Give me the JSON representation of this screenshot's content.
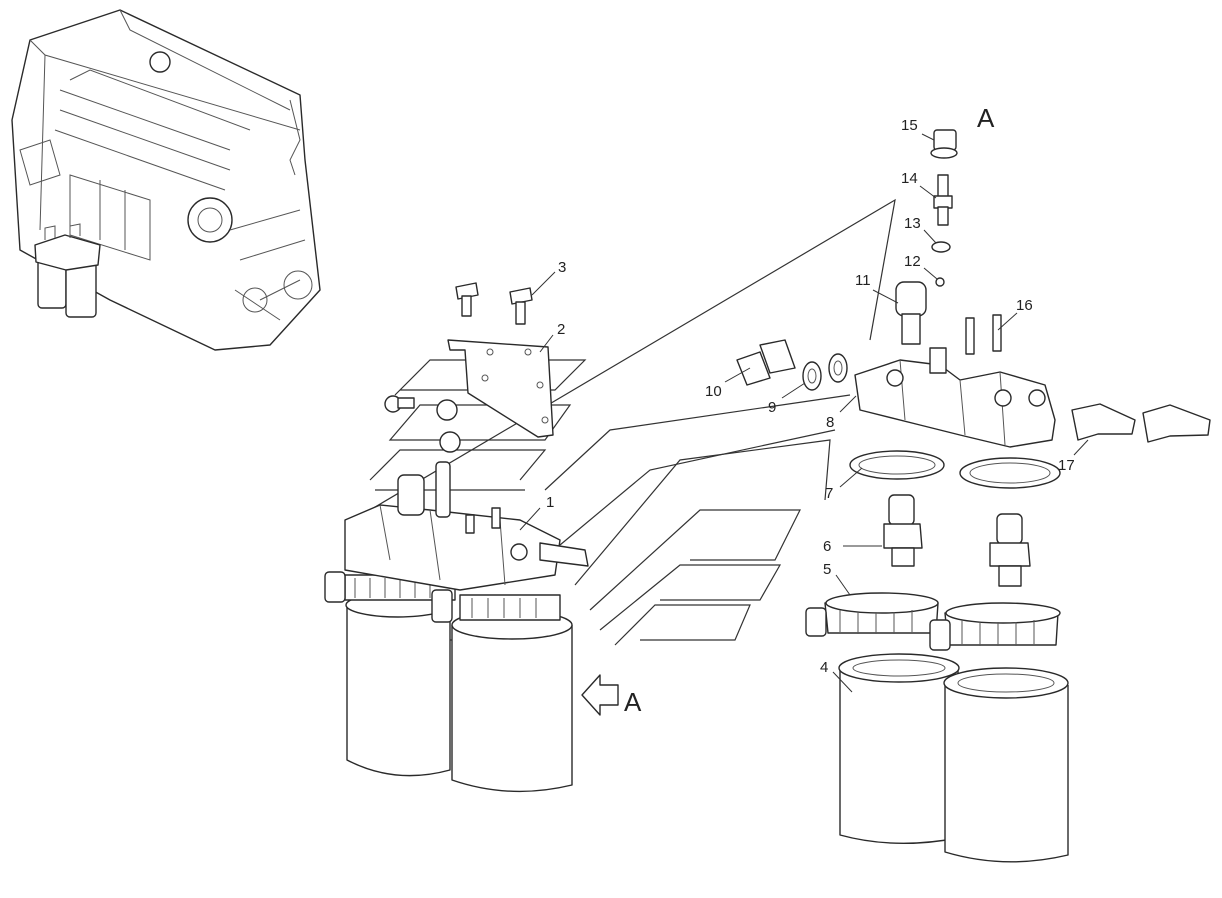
{
  "view_label": "A",
  "view_arrow_label": "A",
  "callouts": [
    {
      "id": "1",
      "text": "1"
    },
    {
      "id": "2",
      "text": "2"
    },
    {
      "id": "3",
      "text": "3"
    },
    {
      "id": "4",
      "text": "4"
    },
    {
      "id": "5",
      "text": "5"
    },
    {
      "id": "6",
      "text": "6"
    },
    {
      "id": "7",
      "text": "7"
    },
    {
      "id": "8",
      "text": "8"
    },
    {
      "id": "9",
      "text": "9"
    },
    {
      "id": "10",
      "text": "10"
    },
    {
      "id": "11",
      "text": "11"
    },
    {
      "id": "12",
      "text": "12"
    },
    {
      "id": "13",
      "text": "13"
    },
    {
      "id": "14",
      "text": "14"
    },
    {
      "id": "15",
      "text": "15"
    },
    {
      "id": "16",
      "text": "16"
    },
    {
      "id": "17",
      "text": "17"
    }
  ]
}
